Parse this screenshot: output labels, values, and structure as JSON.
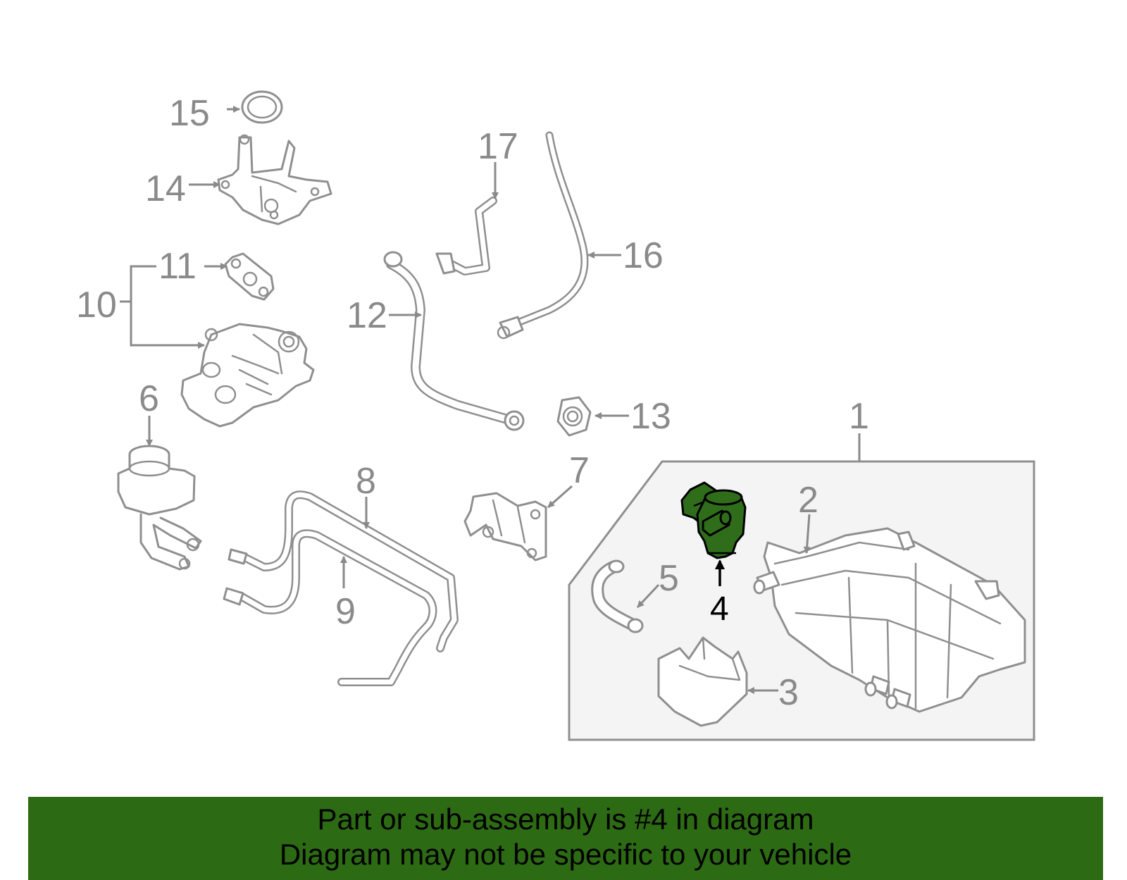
{
  "diagram": {
    "callouts": [
      "1",
      "2",
      "3",
      "4",
      "5",
      "6",
      "7",
      "8",
      "9",
      "10",
      "11",
      "12",
      "13",
      "14",
      "15",
      "16",
      "17"
    ],
    "highlighted_callout": "4",
    "highlight_color": "#2f6d1a"
  },
  "banner": {
    "line1": "Part or sub-assembly is #4 in diagram",
    "line2": "Diagram may not be specific to your vehicle",
    "background": "#2d6a14"
  }
}
